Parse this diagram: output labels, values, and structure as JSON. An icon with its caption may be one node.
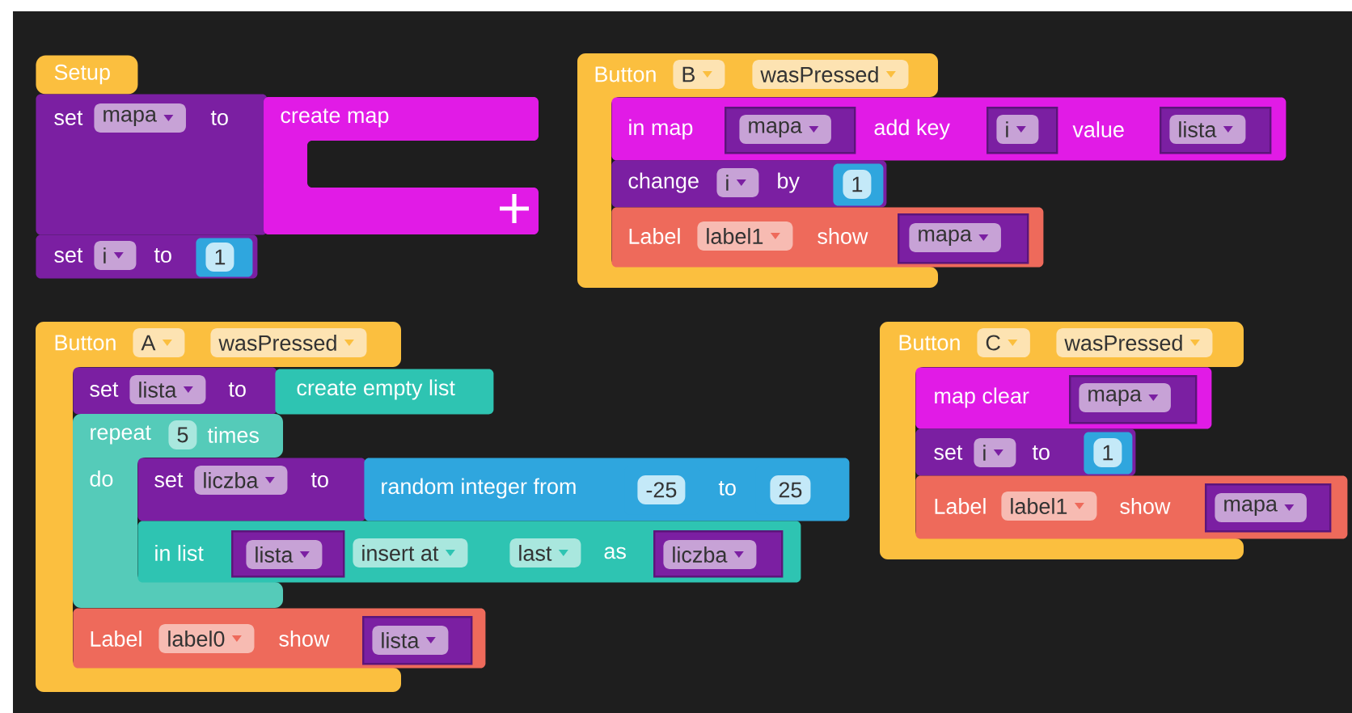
{
  "diagram": {
    "nodes": [
      {
        "text": [
          "Setup"
        ]
      },
      {
        "text": [
          "set",
          "mapa",
          "to"
        ]
      },
      {
        "text": [
          "create map"
        ]
      },
      {
        "text": [
          "set",
          "i",
          "to"
        ]
      },
      {
        "text": [
          "1"
        ],
        "in": 3
      },
      {
        "text": [
          "Button",
          "B",
          "wasPressed"
        ]
      },
      {
        "text": [
          "in map",
          "add key",
          "value"
        ]
      },
      {
        "text": [
          "mapa"
        ],
        "in": 6
      },
      {
        "text": [
          "i"
        ],
        "in": 6
      },
      {
        "text": [
          "lista"
        ],
        "in": 6
      },
      {
        "text": [
          "change",
          "i",
          "by"
        ],
        "in": 5
      },
      {
        "text": [
          "1"
        ],
        "in": 10
      },
      {
        "text": [
          "Label",
          "label1",
          "show"
        ]
      },
      {
        "text": [
          "mapa"
        ],
        "in": 12
      },
      {
        "text": [
          "Button",
          "A",
          "wasPressed"
        ]
      },
      {
        "text": [
          "set",
          "lista",
          "to"
        ],
        "in": 14
      },
      {
        "text": [
          "create empty list"
        ]
      },
      {
        "text": [
          "repeat",
          "5",
          "times",
          "do"
        ],
        "in": 14
      },
      {
        "text": [
          "set",
          "liczba",
          "to"
        ]
      },
      {
        "text": [
          "random integer from",
          "to"
        ]
      },
      {
        "text": [
          "-25"
        ],
        "in": 19
      },
      {
        "text": [
          "25"
        ],
        "in": 19
      },
      {
        "text": [
          "in list",
          "insert at",
          "last",
          "as"
        ]
      },
      {
        "text": [
          "lista"
        ],
        "in": 22
      },
      {
        "text": [
          "liczba"
        ],
        "in": 22
      },
      {
        "text": [
          "Label",
          "label0",
          "show"
        ]
      },
      {
        "text": [
          "lista"
        ],
        "in": 25
      },
      {
        "text": [
          "Button",
          "C",
          "wasPressed"
        ]
      },
      {
        "text": [
          "map clear"
        ],
        "in": 27
      },
      {
        "text": [
          "mapa"
        ],
        "in": 28
      },
      {
        "text": [
          "set",
          "i",
          "to"
        ],
        "in": 27
      },
      {
        "text": [
          "1"
        ],
        "in": 30
      },
      {
        "text": [
          "Label",
          "label1",
          "show"
        ]
      },
      {
        "text": [
          "mapa"
        ],
        "in": 32
      }
    ]
  }
}
